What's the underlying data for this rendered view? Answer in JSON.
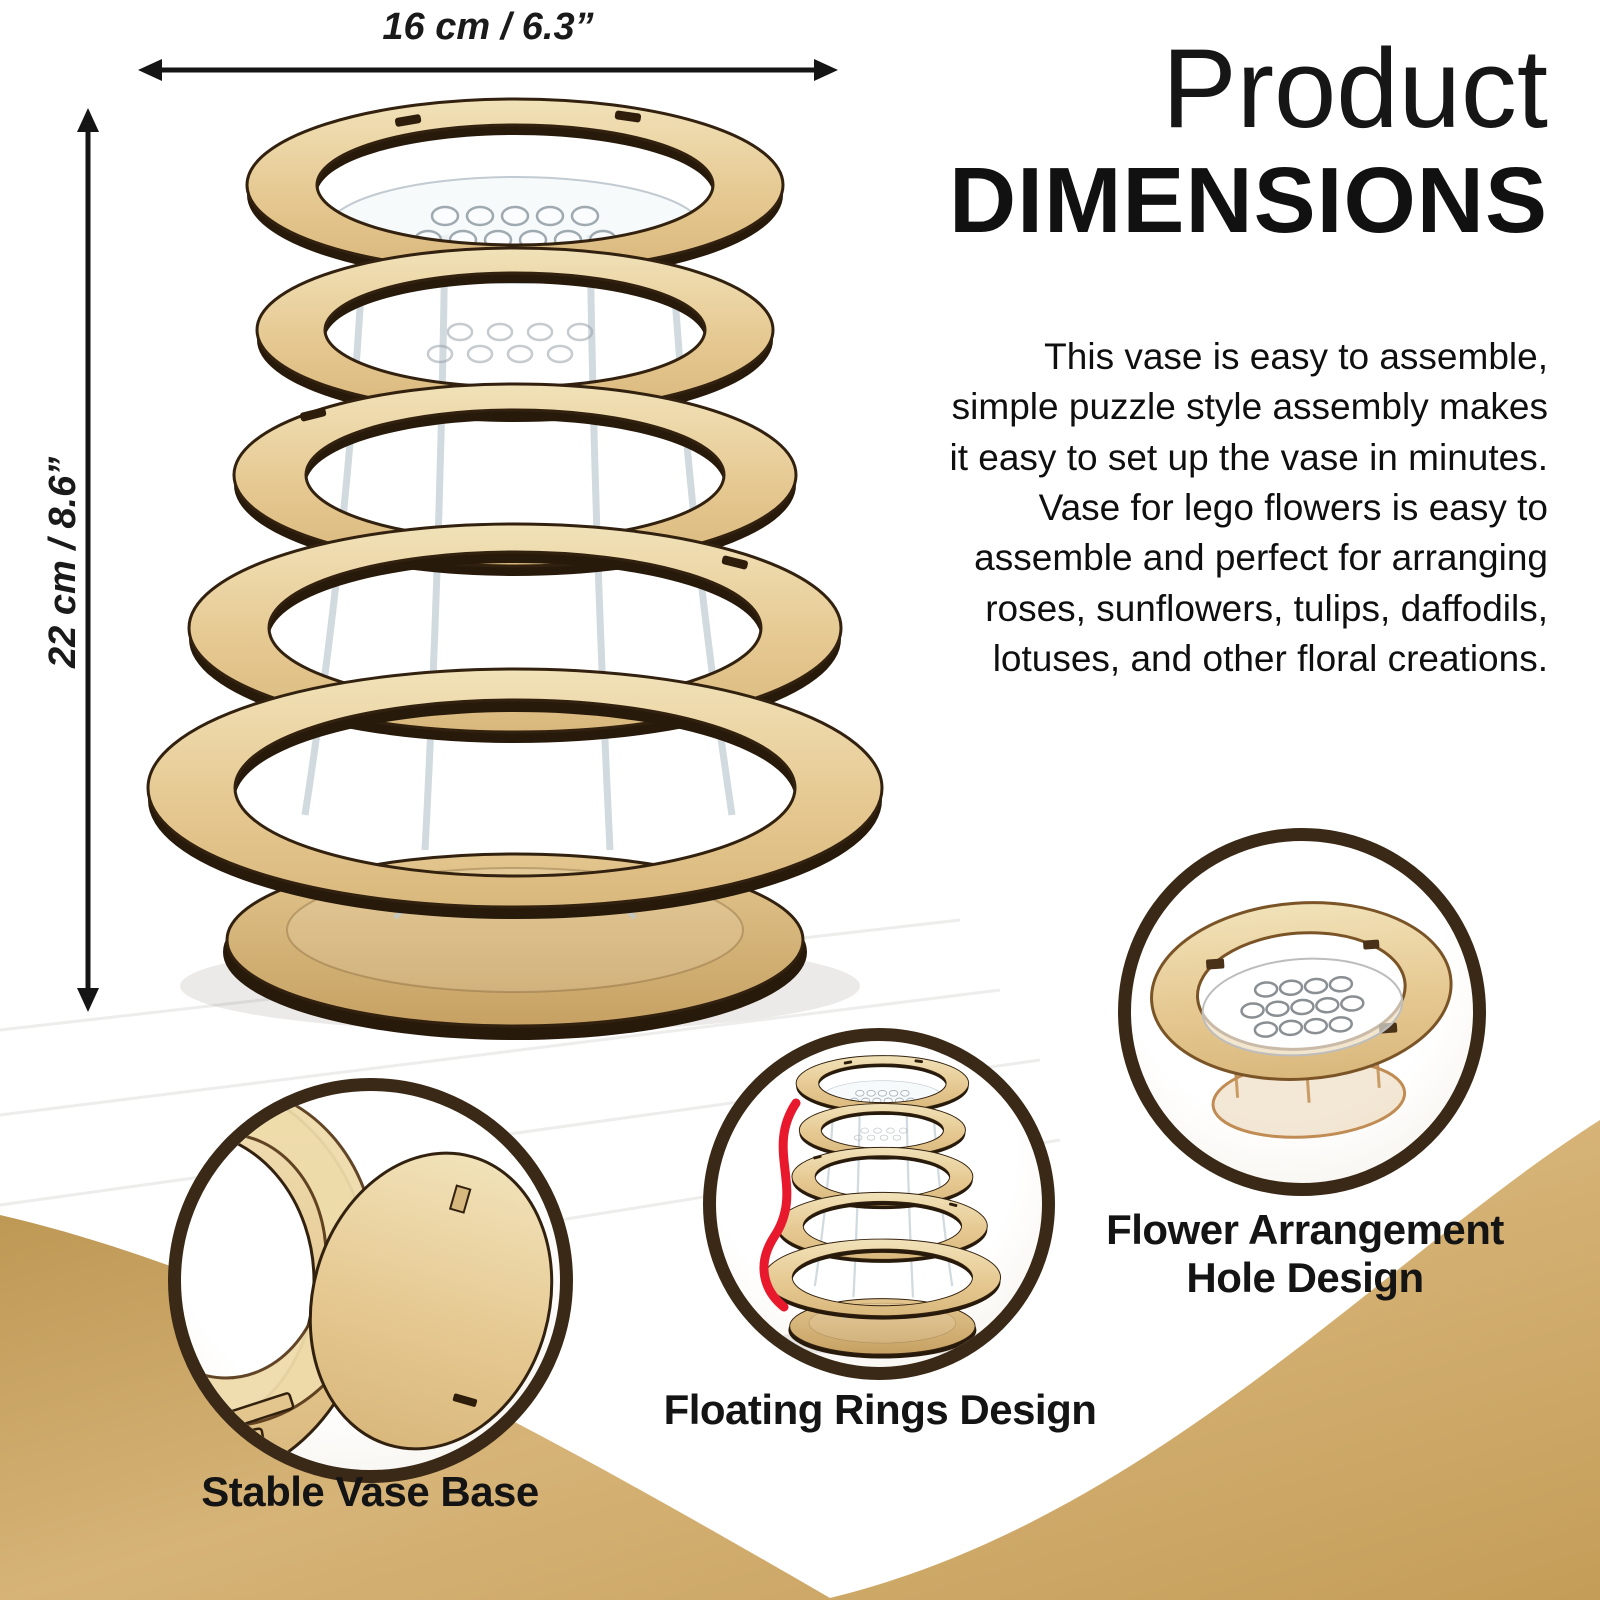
{
  "header": {
    "title_line1": "Product",
    "title_line2": "DIMENSIONS"
  },
  "description": "This vase is easy to assemble, simple puzzle style assembly makes it easy to set up the vase in minutes. Vase for lego flowers is easy to assemble and perfect for arranging roses, sunflowers, tulips, daffodils, lotuses, and other floral creations.",
  "dimensions": {
    "width_label": "16 cm / 6.3”",
    "height_label": "22 cm / 8.6”"
  },
  "callouts": [
    {
      "id": "stable-vase-base",
      "label": "Stable Vase Base"
    },
    {
      "id": "floating-rings-design",
      "label": "Floating Rings Design"
    },
    {
      "id": "flower-arrangement-hole-design",
      "label": "Flower Arrangement Hole Design"
    }
  ],
  "colors": {
    "wood": "#e6c992",
    "wood_dark": "#c6a163",
    "laser_edge": "#281a0b",
    "gold_wave": "#c9a45e",
    "circle_border": "#3a2917",
    "text": "#141414",
    "accent_red": "#e8192c"
  }
}
